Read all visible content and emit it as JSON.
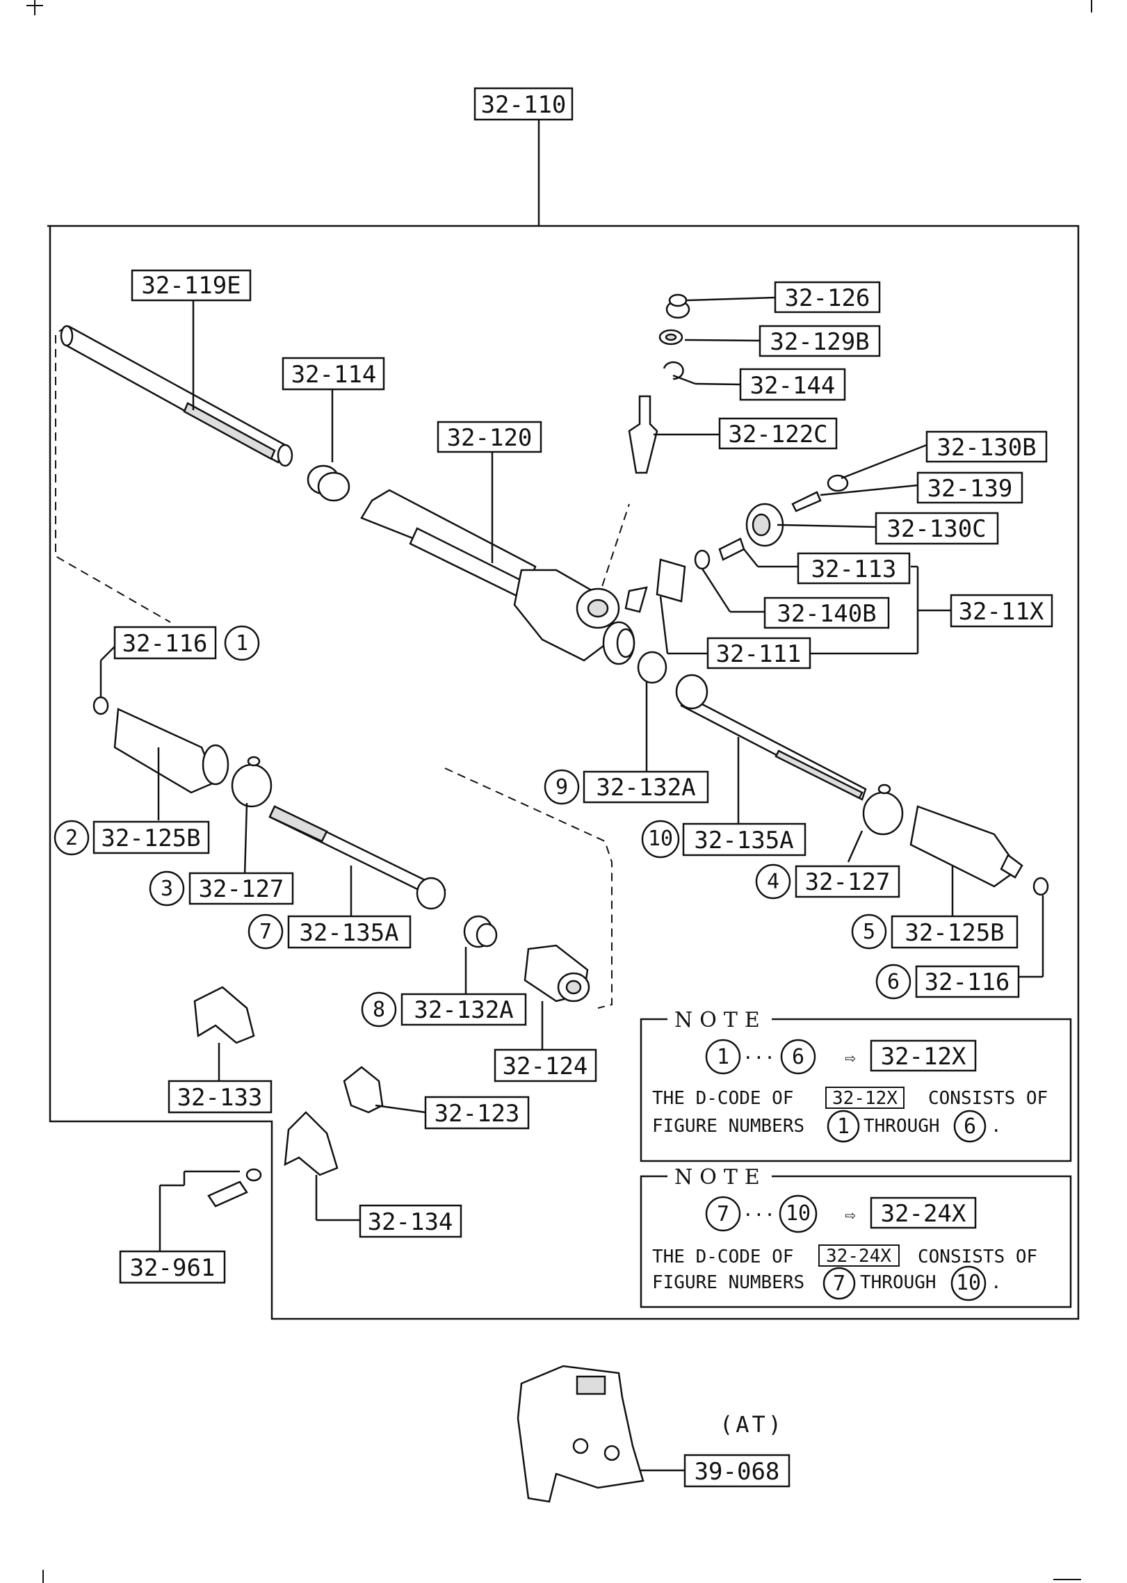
{
  "labels": {
    "l32_110": "32-110",
    "l32_119e": "32-119E",
    "l32_114": "32-114",
    "l32_120": "32-120",
    "l32_126": "32-126",
    "l32_129b": "32-129B",
    "l32_144": "32-144",
    "l32_122c": "32-122C",
    "l32_130b": "32-130B",
    "l32_139": "32-139",
    "l32_130c": "32-130C",
    "l32_113": "32-113",
    "l32_11x": "32-11X",
    "l32_140b": "32-140B",
    "l32_111": "32-111",
    "l32_116_a": "32-116",
    "l32_125b_a": "32-125B",
    "l32_127_a": "32-127",
    "l32_135a_a": "32-135A",
    "l32_132a_a": "32-132A",
    "l32_132a_b": "32-132A",
    "l32_135a_b": "32-135A",
    "l32_127_b": "32-127",
    "l32_125b_b": "32-125B",
    "l32_116_b": "32-116",
    "l32_124": "32-124",
    "l32_133": "32-133",
    "l32_123": "32-123",
    "l32_134": "32-134",
    "l32_961": "32-961",
    "l39_068": "39-068"
  },
  "circled": {
    "c1": "1",
    "c2": "2",
    "c3": "3",
    "c4": "4",
    "c5": "5",
    "c6": "6",
    "c7": "7",
    "c8": "8",
    "c9": "9",
    "c10": "10"
  },
  "note1": {
    "title": "NOTE",
    "range_start": "1",
    "range_end": "6",
    "dots": "···",
    "arrow": "⇨",
    "code": "32-12X",
    "line1_prefix": "THE D-CODE OF",
    "line1_code": "32-12X",
    "line1_suffix": "CONSISTS OF",
    "line2_prefix": "FIGURE NUMBERS",
    "line2_mid": "THROUGH",
    "line2_end": "."
  },
  "note2": {
    "title": "NOTE",
    "range_start": "7",
    "range_end": "10",
    "dots": "···",
    "arrow": "⇨",
    "code": "32-24X",
    "line1_prefix": "THE D-CODE OF",
    "line1_code": "32-24X",
    "line1_suffix": "CONSISTS OF",
    "line2_prefix": "FIGURE NUMBERS",
    "line2_mid": "THROUGH",
    "line2_end": "."
  },
  "bracket_note": "(AT)"
}
